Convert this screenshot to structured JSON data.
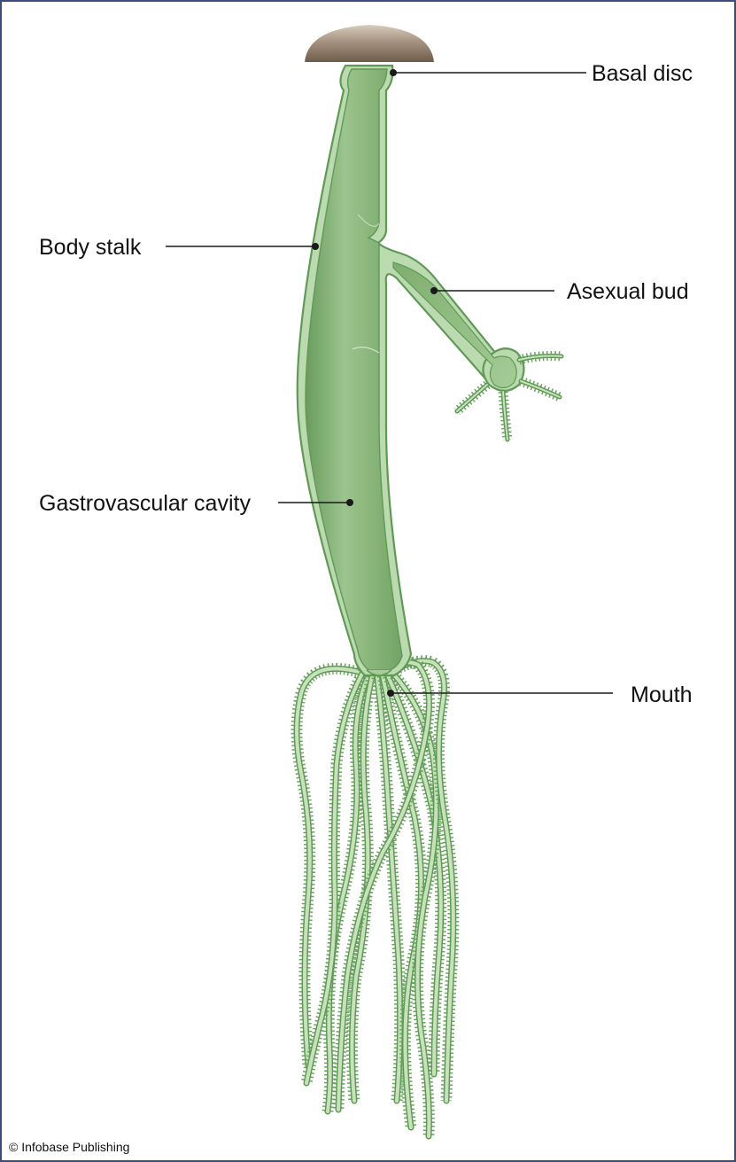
{
  "diagram": {
    "labels": {
      "basal_disc": "Basal disc",
      "body_stalk": "Body stalk",
      "asexual_bud": "Asexual bud",
      "gastrovascular_cavity": "Gastrovascular cavity",
      "mouth": "Mouth"
    },
    "credit": "© Infobase Publishing",
    "colors": {
      "body_outer": "#bcdab0",
      "body_inner": "#7fae6f",
      "outline": "#5f9a55",
      "tentacle": "#6aa360",
      "base_rock": "#8a7763",
      "border": "#3e4a7c"
    }
  }
}
